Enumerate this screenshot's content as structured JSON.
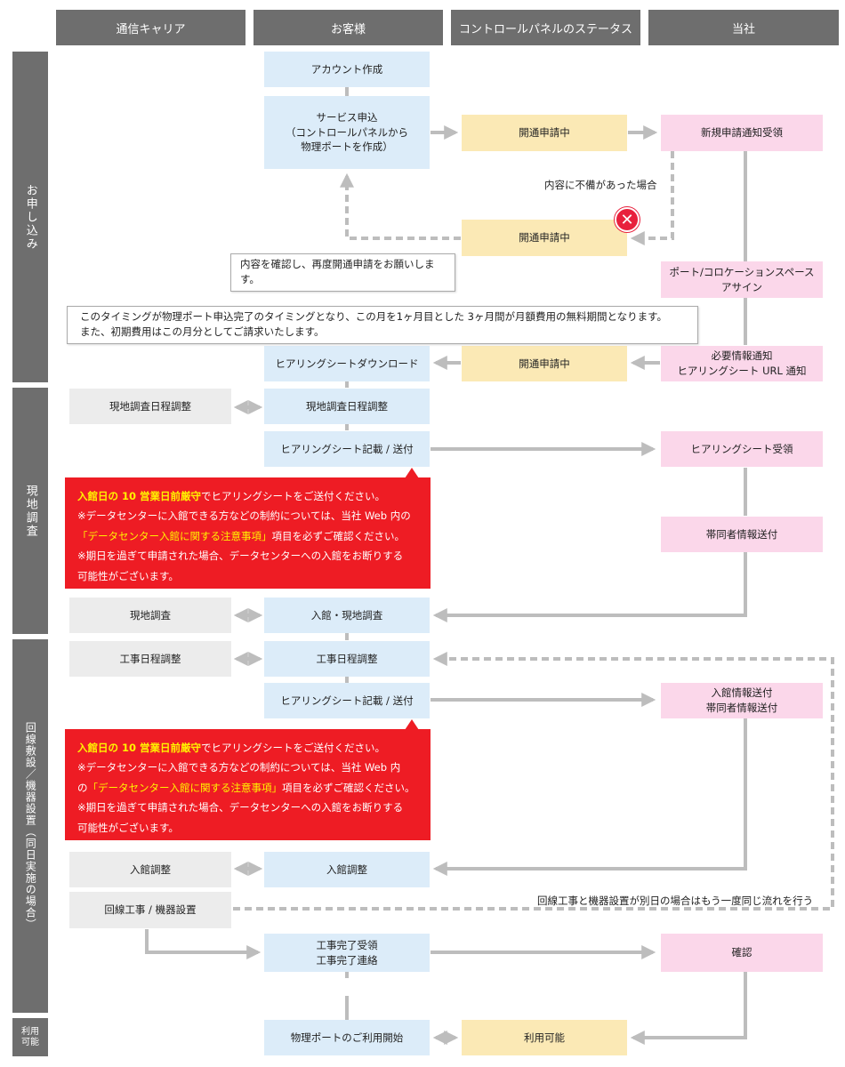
{
  "columns": [
    "通信キャリア",
    "お客様",
    "コントロールパネルのステータス",
    "当社"
  ],
  "sections": {
    "apply": "お申し込み",
    "survey": "現地調査",
    "install": "回線敷設／機器設置（同日実施の場合）",
    "available": "利用可能"
  },
  "nodes": {
    "account": "アカウント作成",
    "service_apply": "サービス申込\n（コントロールパネルから\n物理ポートを作成）",
    "status_applying_1": "開通申請中",
    "new_apply_received": "新規申請通知受領",
    "status_applying_2": "開通申請中",
    "port_assign": "ポート/コロケーションスペース\nアサイン",
    "hearing_download": "ヒアリングシートダウンロード",
    "status_applying_3": "開通申請中",
    "info_notify": "必要情報通知\nヒアリングシート URL 通知",
    "carrier_survey_schedule": "現地調査日程調整",
    "customer_survey_schedule": "現地調査日程調整",
    "hearing_submit_1": "ヒアリングシート記載 / 送付",
    "hearing_received": "ヒアリングシート受領",
    "companion_info_1": "帯同者情報送付",
    "carrier_survey": "現地調査",
    "entry_survey": "入館・現地調査",
    "carrier_work_schedule": "工事日程調整",
    "customer_work_schedule": "工事日程調整",
    "hearing_submit_2": "ヒアリングシート記載 / 送付",
    "entry_companion_info": "入館情報送付\n帯同者情報送付",
    "carrier_entry_adjust": "入館調整",
    "customer_entry_adjust": "入館調整",
    "carrier_work": "回線工事 / 機器設置",
    "work_complete": "工事完了受領\n工事完了連絡",
    "confirm": "確認",
    "port_start": "物理ポートのご利用開始",
    "status_available": "利用可能"
  },
  "labels": {
    "incomplete_case": "内容に不備があった場合",
    "reapply_note": "内容を確認し、再度開通申請をお願いします。",
    "timing_note": "このタイミングが物理ポート申込完了のタイミングとなり、この月を1ヶ月目とした 3ヶ月間が月額費用の無料期間となります。\nまた、初期費用はこの月分としてご請求いたします。",
    "repeat_flow": "回線工事と機器設置が別日の場合はもう一度同じ流れを行う"
  },
  "warnings": [
    {
      "line1_highlight": "入館日の 10 営業日前厳守",
      "line1_rest": "でヒアリングシートをご送付ください。",
      "line2": "※データセンターに入館できる方などの制約については、当社 Web 内の",
      "line3_highlight": "「データセンター入館に関する注意事項」",
      "line3_rest": "項目を必ずご確認ください。",
      "line4": "※期日を過ぎて申請された場合、データセンターへの入館をお断りする",
      "line5": "可能性がございます。"
    },
    {
      "line1_highlight": "入館日の 10 営業日前厳守",
      "line1_rest": "でヒアリングシートをご送付ください。",
      "line2": "※データセンターに入館できる方などの制約については、当社 Web 内",
      "line3_prefix": "の",
      "line3_highlight": "「データセンター入館に関する注意事項」",
      "line3_rest": "項目を必ずご確認ください。",
      "line4": "※期日を過ぎて申請された場合、データセンターへの入館をお断りする",
      "line5": "可能性がございます。"
    }
  ],
  "colors": {
    "header": "#6e6e6e",
    "customer_box": "#dcecf9",
    "status_box": "#fbe9b5",
    "company_box": "#fbd7ea",
    "carrier_box": "#ececec",
    "warning": "#ee1c24",
    "warning_highlight": "#fff200",
    "connector": "#bdbdbd",
    "error_icon": "#e8203c"
  },
  "icons": [
    "arrow-right-icon",
    "arrow-left-icon",
    "arrow-up-icon",
    "double-arrow-icon",
    "error-x-icon"
  ]
}
